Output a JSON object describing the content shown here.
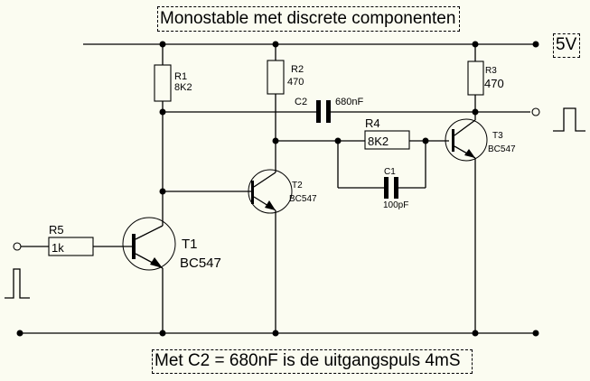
{
  "title": "Monostable met discrete componenten",
  "supply_label": "5V",
  "note": "Met C2 = 680nF is de uitgangspuls 4mS",
  "components": {
    "R1": {
      "name": "R1",
      "value": "8K2"
    },
    "R2": {
      "name": "R2",
      "value": "470"
    },
    "R3": {
      "name": "R3",
      "value": "470"
    },
    "R4": {
      "name": "R4",
      "value": "8K2"
    },
    "R5": {
      "name": "R5",
      "value": "1k"
    },
    "C1": {
      "name": "C1",
      "value": "100pF"
    },
    "C2": {
      "name": "C2",
      "value": "680nF"
    },
    "T1": {
      "name": "T1",
      "type": "BC547"
    },
    "T2": {
      "name": "T2",
      "type": "BC547"
    },
    "T3": {
      "name": "T3",
      "type": "BC547"
    }
  },
  "signals": {
    "input": "trigger-pulse",
    "output": "output-pulse"
  }
}
